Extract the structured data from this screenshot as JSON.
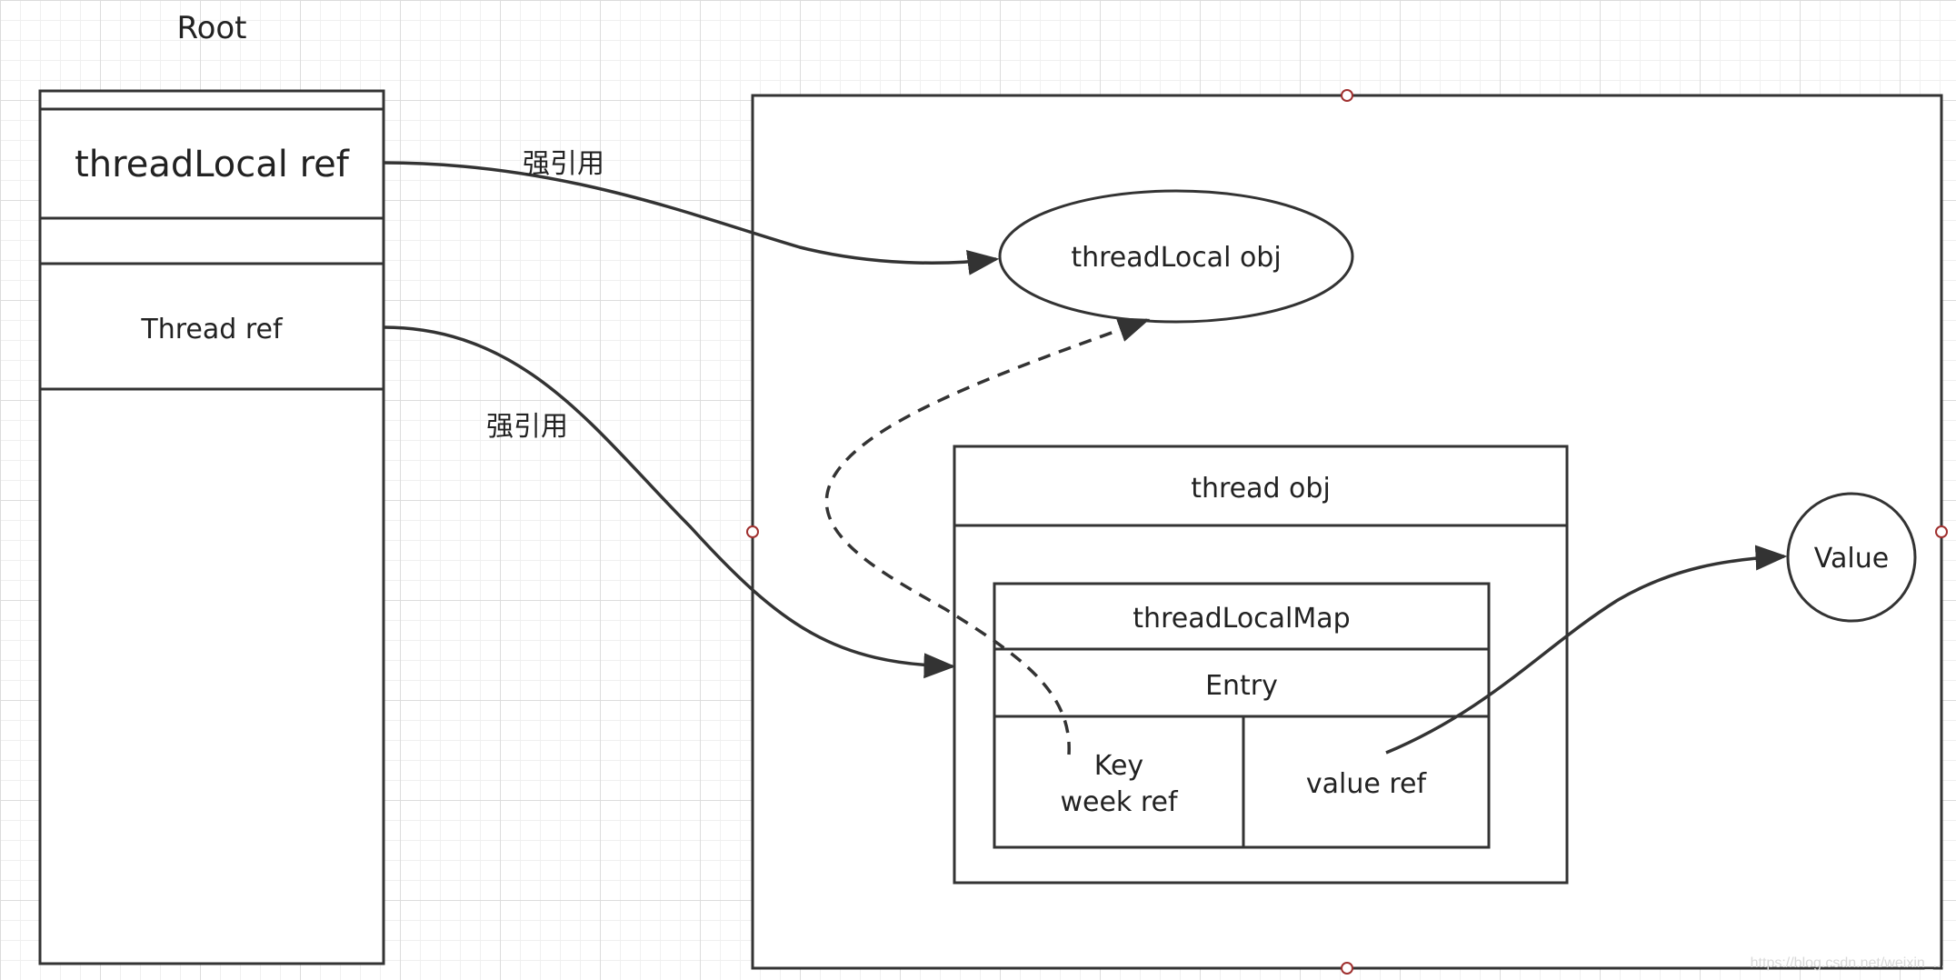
{
  "root_label": "Root",
  "stack": {
    "threadlocal_ref": "threadLocal ref",
    "thread_ref": "Thread ref"
  },
  "edge_labels": {
    "strong_ref_1": "强引用",
    "strong_ref_2": "强引用"
  },
  "heap": {
    "threadlocal_obj": "threadLocal obj",
    "thread_obj": "thread obj",
    "threadlocalmap": "threadLocalMap",
    "entry": "Entry",
    "key_line1": "Key",
    "key_line2": "week ref",
    "value_ref": "value ref",
    "value": "Value"
  },
  "watermark": "https://blog.csdn.net/weixin_...",
  "colors": {
    "stroke": "#333333",
    "handle": "#a0302f",
    "grid": "#dcdcdc"
  }
}
